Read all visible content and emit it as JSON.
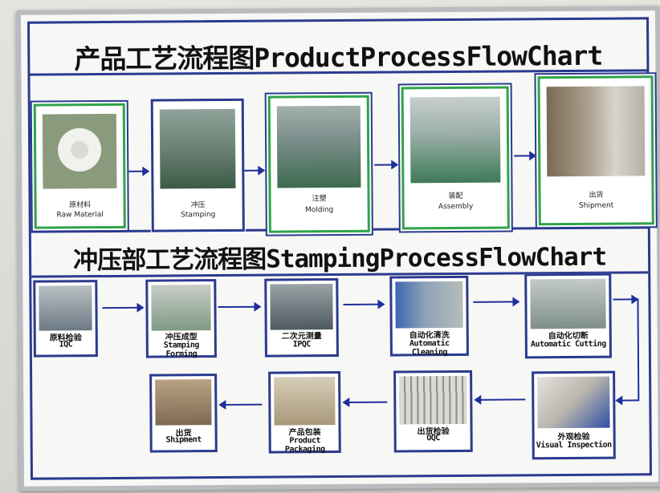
{
  "product_section": {
    "title": "产品工艺流程图ProductProcessFlowChart",
    "steps": [
      {
        "cn": "原材料",
        "en": "Raw Material"
      },
      {
        "cn": "冲压",
        "en": "Stamping"
      },
      {
        "cn": "注塑",
        "en": "Molding"
      },
      {
        "cn": "装配",
        "en": "Assembly"
      },
      {
        "cn": "出货",
        "en": "Shipment"
      }
    ]
  },
  "stamping_section": {
    "title": "冲压部工艺流程图StampingProcessFlowChart",
    "steps": [
      {
        "cn": "原料检验",
        "en": "IQC"
      },
      {
        "cn": "冲压成型",
        "en": "Stamping Forming"
      },
      {
        "cn": "二次元测量",
        "en": "IPQC"
      },
      {
        "cn": "自动化清洗",
        "en": "Automatic Cleaning"
      },
      {
        "cn": "自动化切断",
        "en": "Automatic Cutting"
      },
      {
        "cn": "外观检验",
        "en": "Visual Inspection"
      },
      {
        "cn": "出货检验",
        "en": "OQC"
      },
      {
        "cn": "产品包装",
        "en": "Product Packaging"
      },
      {
        "cn": "出货",
        "en": "Shipment"
      }
    ]
  },
  "colors": {
    "frame": "#2b3a8f",
    "photo_border_green": "#2ea44a",
    "arrow": "#1f2f9a"
  }
}
